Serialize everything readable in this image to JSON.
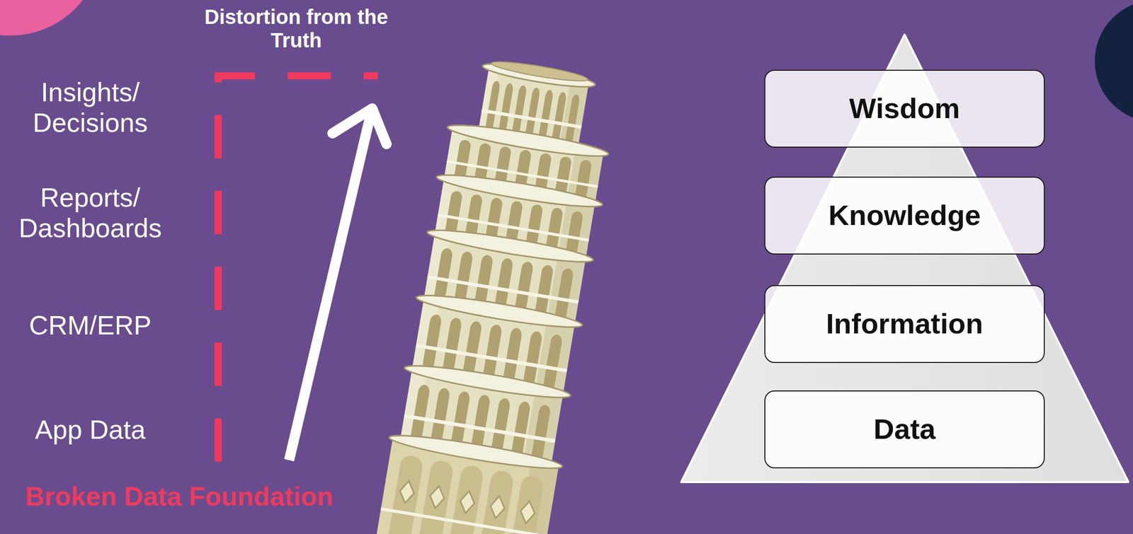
{
  "diagram": {
    "nodes": [
      {
        "text": [
          "Wisdom"
        ]
      },
      {
        "text": [
          "Knowledge"
        ]
      },
      {
        "text": [
          "Information"
        ]
      },
      {
        "text": [
          "Data"
        ]
      }
    ],
    "labels": [
      "Distortion from the Truth",
      "Insights/ Decisions",
      "Reports/ Dashboards",
      "CRM/ERP",
      "App Data",
      "Broken Data Foundation"
    ]
  }
}
